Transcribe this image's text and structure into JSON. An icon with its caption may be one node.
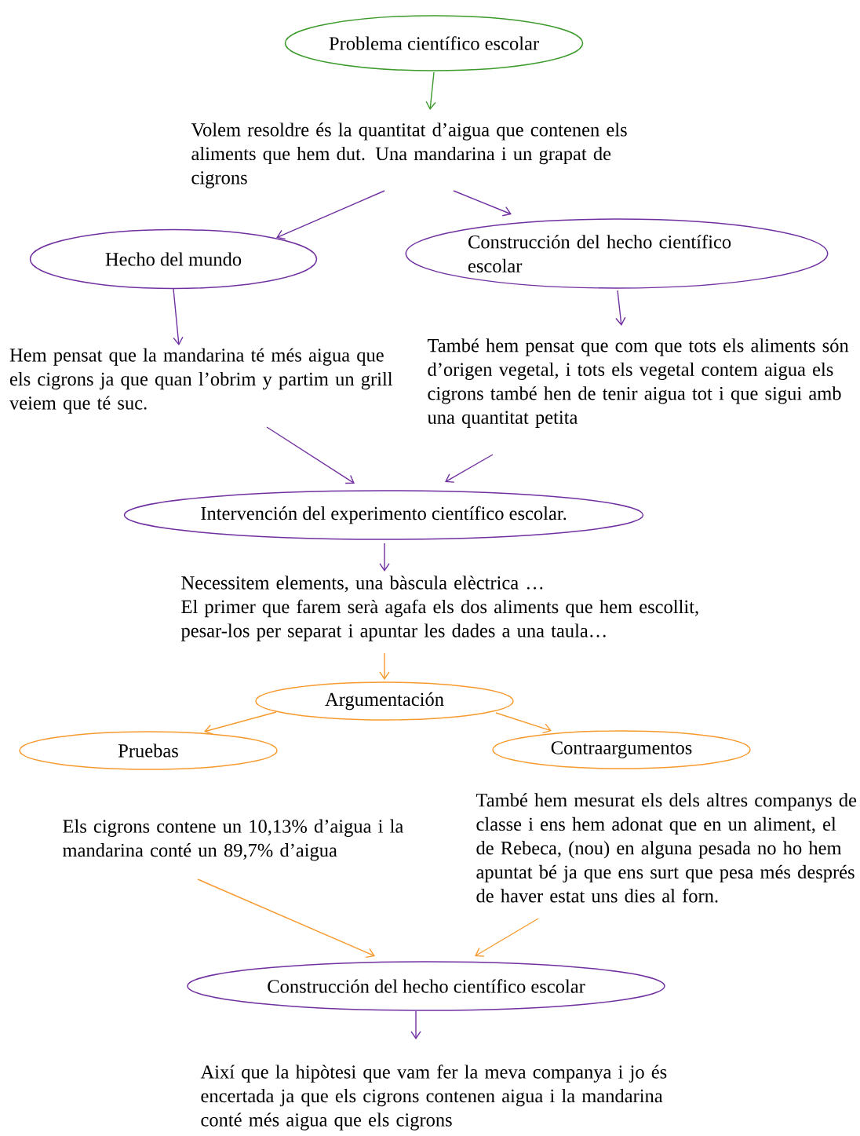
{
  "diagram": {
    "nodes": [
      {
        "text": [
          "Problema científico escolar"
        ]
      },
      {
        "text": [
          "Volem resoldre és la quantitat d’aigua que contenen els aliments que  hem dut. Una mandarina i un grapat de cigrons"
        ]
      },
      {
        "text": [
          "Hecho del mundo"
        ]
      },
      {
        "text": [
          "Construcción del hecho científico escolar"
        ]
      },
      {
        "text": [
          "Hem pensat que la mandarina té més aigua que els cigrons ja que quan l’obrim y partim un grill veiem que té suc."
        ]
      },
      {
        "text": [
          "També hem pensat que com que tots els aliments són d’origen vegetal, i tots els vegetal contem aigua els cigrons també hen de tenir aigua tot i que sigui amb una quantitat petita"
        ]
      },
      {
        "text": [
          "Intervención del experimento científico escolar."
        ]
      },
      {
        "text": [
          "Necessitem elements, una bàscula elèctrica …",
          "El primer que farem serà agafa els dos aliments que hem escollit, pesar-los per separat i apuntar les dades a una taula…"
        ]
      },
      {
        "text": [
          "Argumentación"
        ]
      },
      {
        "text": [
          "Pruebas"
        ]
      },
      {
        "text": [
          "Contraargumentos"
        ]
      },
      {
        "text": [
          "Els cigrons contene un 10,13% d’aigua i la mandarina conté un 89,7% d’aigua"
        ]
      },
      {
        "text": [
          "També hem mesurat els dels altres companys de classe i ens hem adonat que en un aliment, el de Rebeca, (nou) en alguna pesada no ho hem apuntat bé ja que ens surt que pesa més després de haver estat uns dies al forn."
        ]
      },
      {
        "text": [
          "Construcción del hecho científico escolar"
        ]
      },
      {
        "text": [
          "Així que la hipòtesi que vam fer la meva companya i jo és encertada ja que els cigrons contenen aigua i la mandarina conté més aigua que els cigrons"
        ]
      }
    ],
    "edges": [
      {
        "from": 0,
        "to": 1,
        "arrow": "to",
        "color": "#3a9a2a"
      },
      {
        "from": 1,
        "to": 2,
        "arrow": "to"
      },
      {
        "from": 1,
        "to": 3,
        "arrow": "to"
      },
      {
        "from": 2,
        "to": 4,
        "arrow": "to"
      },
      {
        "from": 3,
        "to": 5,
        "arrow": "to"
      },
      {
        "from": 4,
        "to": 6,
        "arrow": "to"
      },
      {
        "from": 5,
        "to": 6,
        "arrow": "to"
      },
      {
        "from": 6,
        "to": 7,
        "arrow": "to"
      },
      {
        "from": 7,
        "to": 8,
        "arrow": "to",
        "color": "#f79a2e"
      },
      {
        "from": 8,
        "to": 9,
        "arrow": "to",
        "color": "#f79a2e"
      },
      {
        "from": 8,
        "to": 10,
        "arrow": "to",
        "color": "#f79a2e"
      },
      {
        "from": 11,
        "to": 13,
        "arrow": "to",
        "color": "#f79a2e"
      },
      {
        "from": 12,
        "to": 13,
        "arrow": "to",
        "color": "#f79a2e"
      },
      {
        "from": 13,
        "to": 14,
        "arrow": "to"
      }
    ]
  }
}
